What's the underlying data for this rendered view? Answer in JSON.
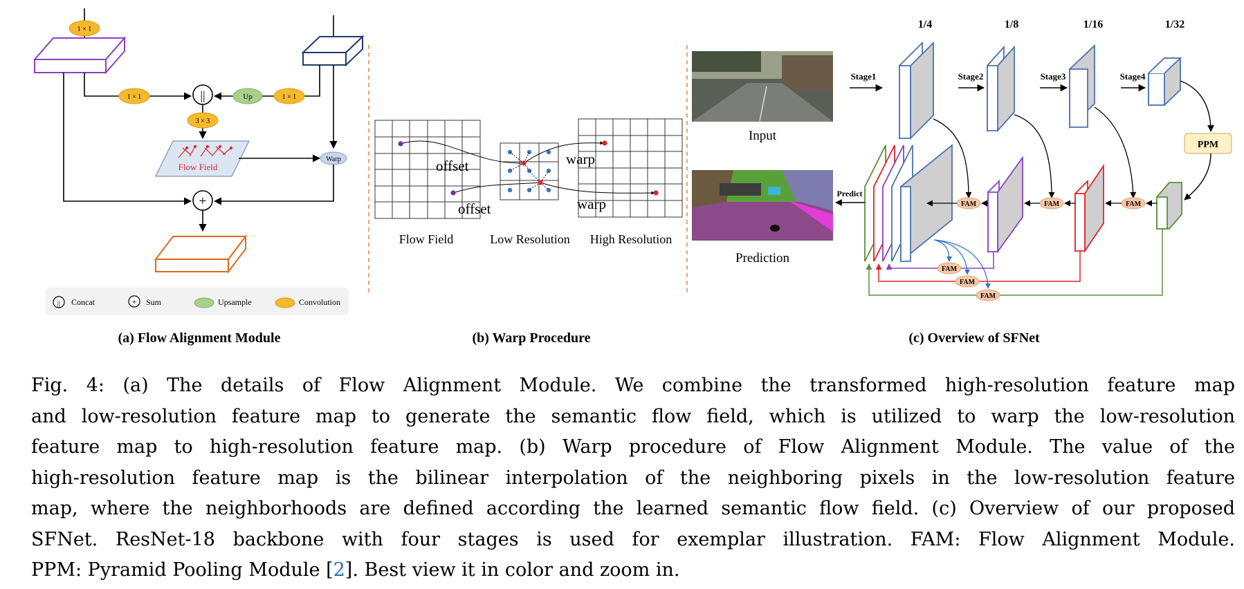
{
  "panel_a": {
    "conv_1x1": "1 × 1",
    "conv_3x3": "3 × 3",
    "up": "Up",
    "concat_symbol": "||",
    "sum_symbol": "+",
    "flow_field": "Flow Field",
    "warp": "Warp",
    "legend": {
      "concat": "Concat",
      "sum": "Sum",
      "upsample": "Upsample",
      "convolution": "Convolution"
    },
    "caption": "(a) Flow Alignment Module"
  },
  "panel_b": {
    "offset_top": "offset",
    "offset_bottom": "offset",
    "warp_top": "warp",
    "warp_bottom": "warp",
    "label_flow": "Flow Field",
    "label_low": "Low Resolution",
    "label_high": "High Resolution",
    "caption": "(b) Warp Procedure"
  },
  "panel_c": {
    "scales": [
      "1/4",
      "1/8",
      "1/16",
      "1/32"
    ],
    "stages": [
      "Stage1",
      "Stage2",
      "Stage3",
      "Stage4"
    ],
    "input_label": "Input",
    "prediction_label": "Prediction",
    "predict": "Predict",
    "ppm": "PPM",
    "fam": "FAM",
    "caption": "(c) Overview of SFNet"
  },
  "colors": {
    "orange_conv": "#f5b92e",
    "green_up": "#a8d08d",
    "purple": "#8a3fc7",
    "navy": "#1f3a6e",
    "blue": "#2f78c4",
    "red": "#e0242a",
    "green": "#5a8f3a",
    "dashed_separator": "#f08a4b",
    "fam_fill": "#f6c7a6",
    "ppm_fill": "#fdf1c7"
  },
  "caption": {
    "lines": [
      "Fig. 4: (a) The details of Flow Alignment Module. We combine the transformed high-resolution feature map",
      "and low-resolution feature map to generate the semantic flow field, which is utilized to warp the low-resolution",
      "feature map to high-resolution feature map. (b) Warp procedure of Flow Alignment Module. The value of the",
      "high-resolution feature map is the bilinear interpolation of the neighboring pixels in the low-resolution feature",
      "map, where the neighborhoods are defined according the learned semantic flow field. (c) Overview of our proposed",
      "SFNet. ResNet-18 backbone with four stages is used for exemplar illustration. FAM: Flow Alignment Module."
    ],
    "last_prefix": "PPM: Pyramid Pooling Module [",
    "last_ref": "2",
    "last_suffix": "]. Best view it in color and zoom in."
  }
}
